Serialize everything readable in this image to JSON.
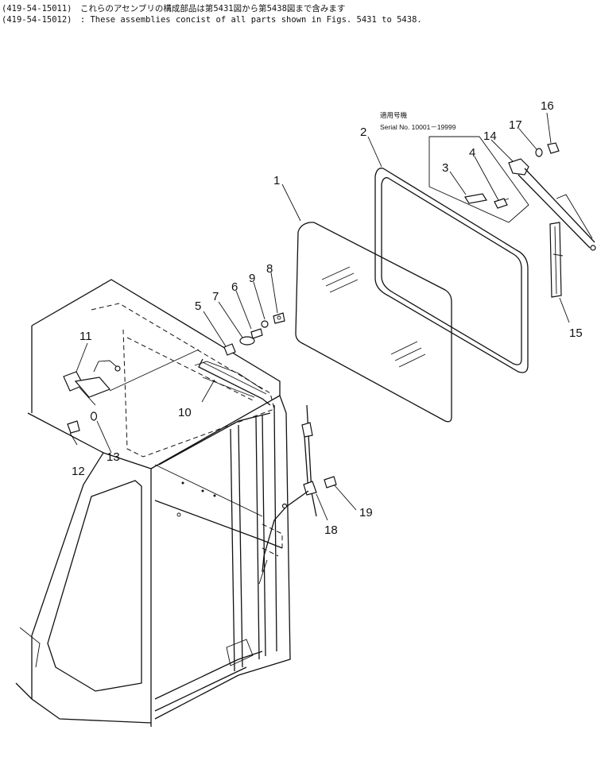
{
  "header": {
    "lines": [
      {
        "code": "(419-54-15011)",
        "text": "これらのアセンブリの構成部品は第5431図から第5438図まで含みます"
      },
      {
        "code": "(419-54-15012)",
        "text": ": These assemblies concist of all parts shown in Figs. 5431 to 5438."
      }
    ]
  },
  "serial_note": {
    "jp": "適用号機",
    "en": "Serial No. 10001－19999"
  },
  "callouts": {
    "c1": "1",
    "c2": "2",
    "c3": "3",
    "c4": "4",
    "c5": "5",
    "c6": "6",
    "c7": "7",
    "c8": "8",
    "c9": "9",
    "c10": "10",
    "c11": "11",
    "c12": "12",
    "c13": "13",
    "c14": "14",
    "c15": "15",
    "c16": "16",
    "c17": "17",
    "c18": "18",
    "c19": "19"
  }
}
